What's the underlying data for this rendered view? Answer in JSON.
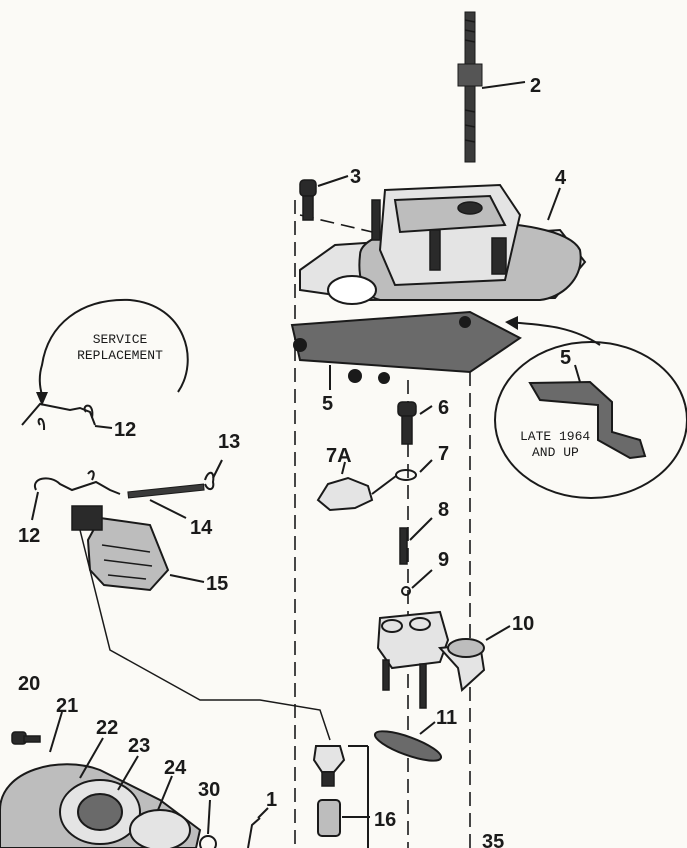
{
  "callouts": {
    "n1": "1",
    "n2": "2",
    "n3": "3",
    "n4": "4",
    "n5a": "5",
    "n5b": "5",
    "n6": "6",
    "n7": "7",
    "n7a": "7A",
    "n8": "8",
    "n9": "9",
    "n10": "10",
    "n11": "11",
    "n12a": "12",
    "n12b": "12",
    "n13": "13",
    "n14": "14",
    "n15": "15",
    "n16": "16",
    "n20": "20",
    "n21": "21",
    "n22": "22",
    "n23": "23",
    "n24": "24",
    "n30": "30",
    "n35": "35"
  },
  "notes": {
    "service_line1": "SERVICE",
    "service_line2": "REPLACEMENT",
    "late_line1": "LATE 1964",
    "late_line2": "AND UP"
  }
}
